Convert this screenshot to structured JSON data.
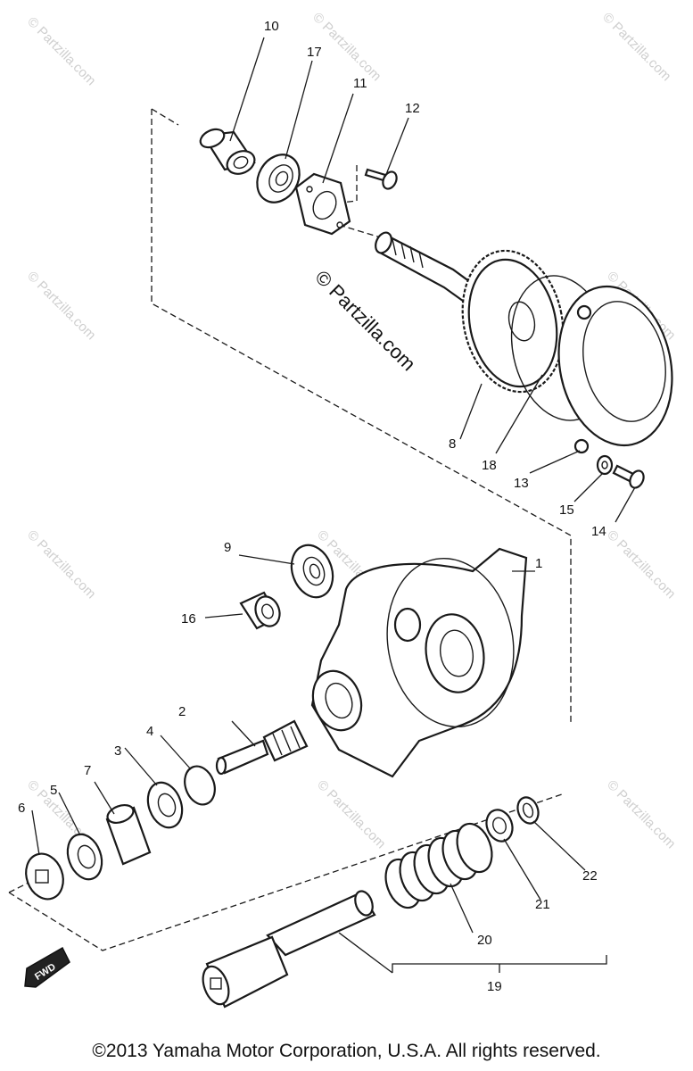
{
  "watermark": "© Partzilla.com",
  "copyright": "©2013 Yamaha Motor Corporation, U.S.A. All rights reserved.",
  "direction_badge": "FWD",
  "callouts": [
    "1",
    "2",
    "3",
    "4",
    "5",
    "6",
    "7",
    "8",
    "9",
    "10",
    "11",
    "12",
    "13",
    "14",
    "15",
    "16",
    "17",
    "18",
    "19",
    "20",
    "21",
    "22"
  ]
}
